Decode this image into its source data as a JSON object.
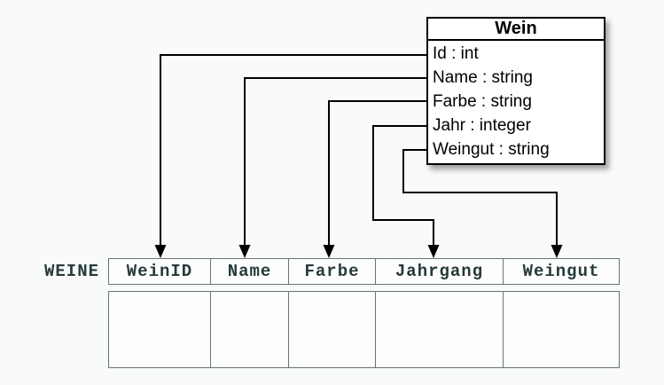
{
  "class_box": {
    "title": "Wein",
    "attributes": [
      "Id : int",
      "Name : string",
      "Farbe : string",
      "Jahr : integer",
      "Weingut : string"
    ]
  },
  "table": {
    "label": "WEINE",
    "columns": [
      "WeinID",
      "Name",
      "Farbe",
      "Jahrgang",
      "Weingut"
    ],
    "empty_body_rows": 1
  },
  "mappings": [
    {
      "from": "Id",
      "to": "WeinID"
    },
    {
      "from": "Name",
      "to": "Name"
    },
    {
      "from": "Farbe",
      "to": "Farbe"
    },
    {
      "from": "Jahr",
      "to": "Jahrgang"
    },
    {
      "from": "Weingut",
      "to": "Weingut"
    }
  ],
  "colors": {
    "background": "#f9fafa",
    "class_box_fill": "#ffffff",
    "class_box_border": "#000000",
    "connector": "#000000",
    "table_border": "#667575",
    "table_text": "#263a3a",
    "table_cell_fill": "#fdfdfd"
  }
}
